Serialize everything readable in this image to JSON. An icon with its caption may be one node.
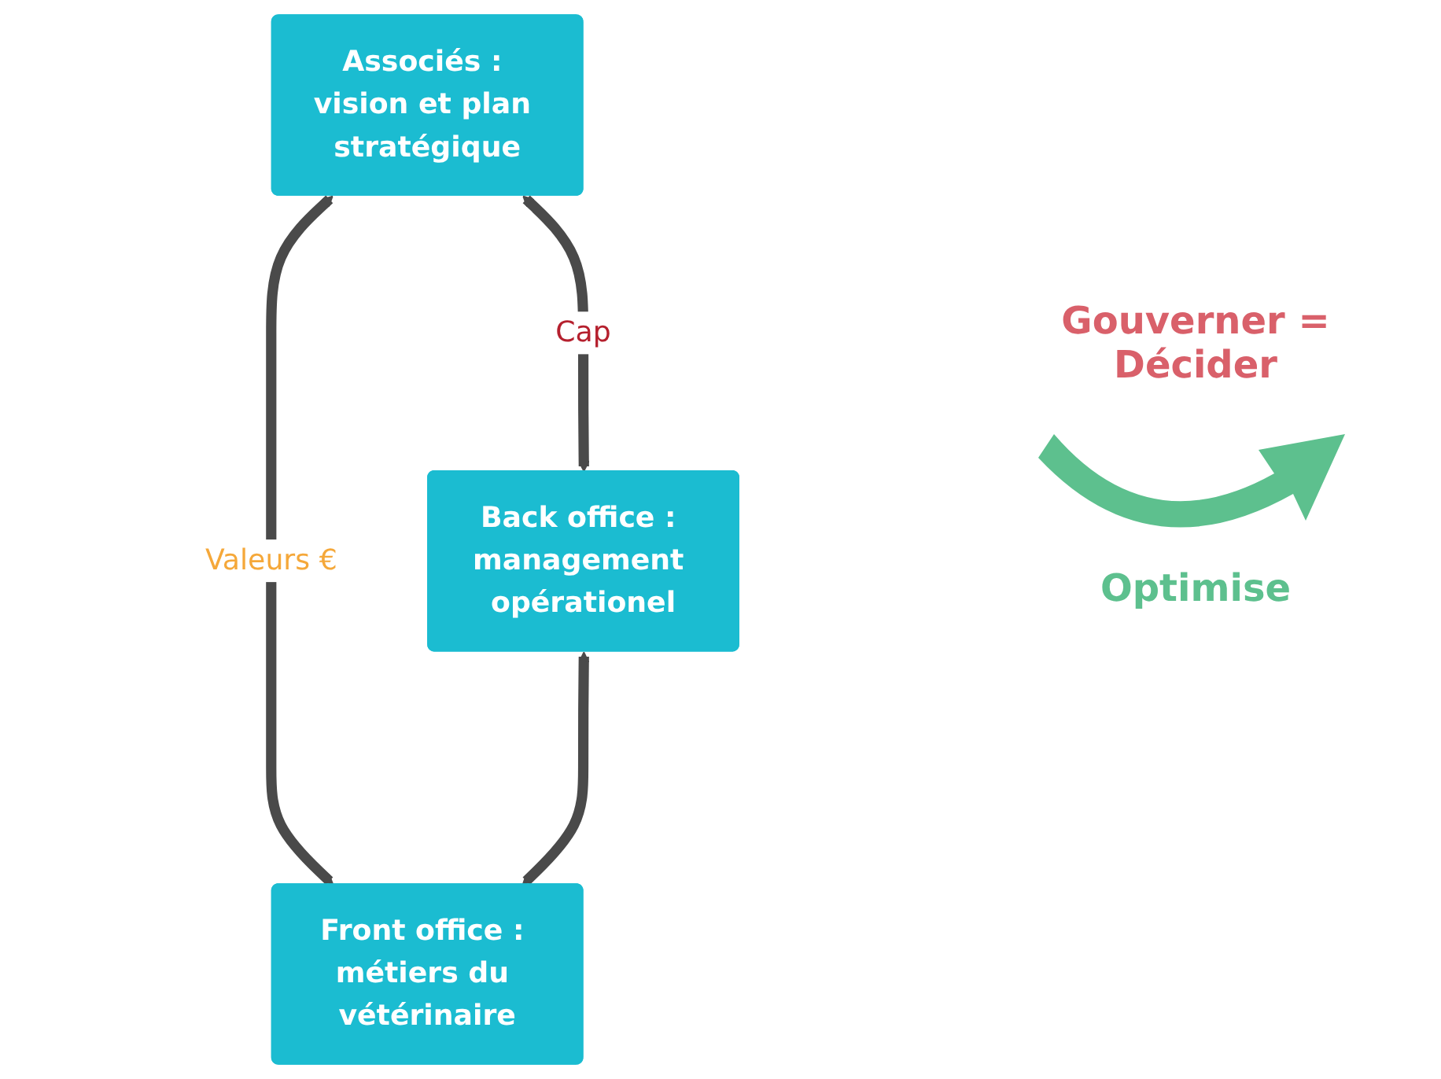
{
  "diagram": {
    "nodes": [
      {
        "text": [
          "Associés : vision et plan stratégique"
        ]
      },
      {
        "text": [
          "Back office : management opérationel"
        ]
      },
      {
        "text": [
          "Front office : métiers du vétérinaire"
        ]
      }
    ],
    "edges": [
      {
        "from": 0,
        "to": 1,
        "arrow": "both",
        "label": "Cap"
      },
      {
        "from": 0,
        "to": 2,
        "arrow": "both",
        "label": "Valeurs €"
      },
      {
        "from": 1,
        "to": 2,
        "arrow": "both"
      }
    ],
    "labels": [
      "Gouverner = Décider",
      "Optimise"
    ]
  }
}
